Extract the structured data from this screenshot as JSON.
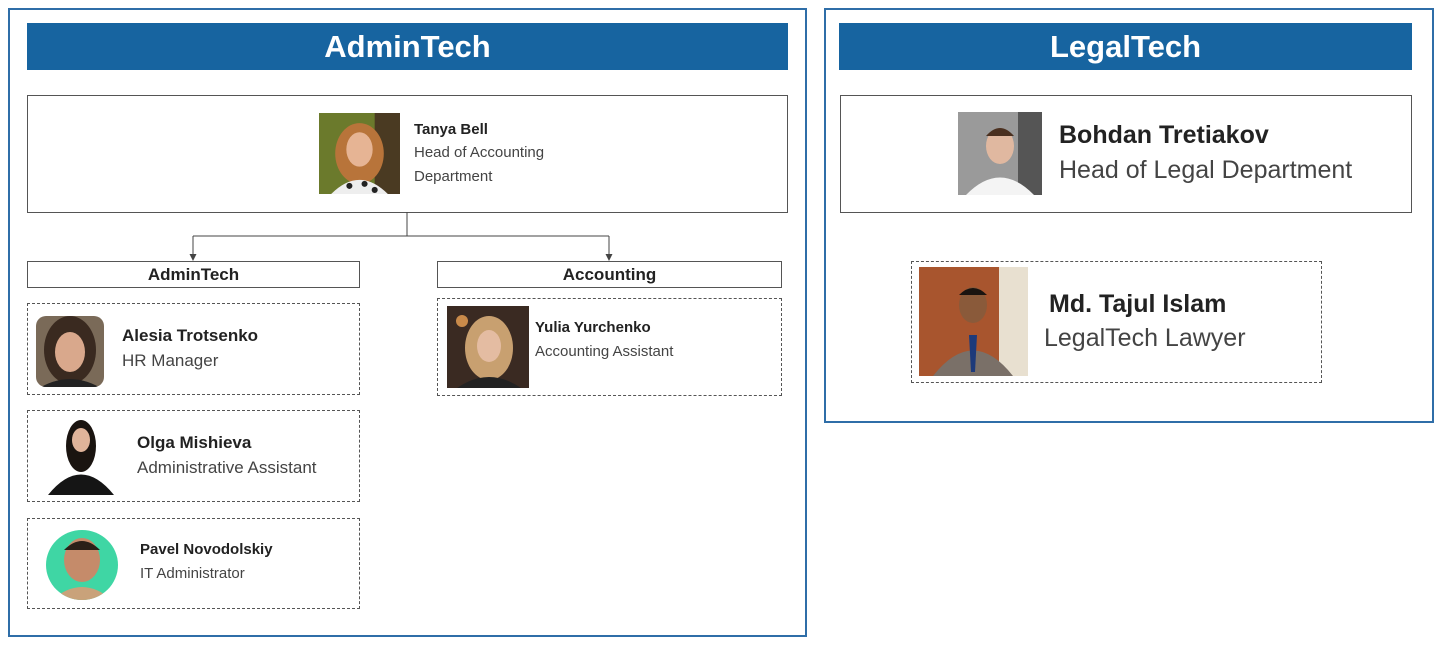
{
  "groups": [
    {
      "title": "AdminTech",
      "head": {
        "name": "Tanya Bell",
        "role_line1": "Head of Accounting",
        "role_line2": "Department"
      },
      "subgroups": [
        {
          "title": "AdminTech",
          "members": [
            {
              "name": "Alesia Trotsenko",
              "role": "HR Manager"
            },
            {
              "name": "Olga Mishieva",
              "role": "Administrative Assistant"
            },
            {
              "name": "Pavel Novodolskiy",
              "role": "IT Administrator"
            }
          ]
        },
        {
          "title": "Accounting",
          "members": [
            {
              "name": "Yulia Yurchenko",
              "role": "Accounting Assistant"
            }
          ]
        }
      ]
    },
    {
      "title": "LegalTech",
      "head": {
        "name": "Bohdan Tretiakov",
        "role": "Head of Legal Department"
      },
      "members": [
        {
          "name": "Md. Tajul Islam",
          "role": "LegalTech Lawyer"
        }
      ]
    }
  ],
  "colors": {
    "header": "#1764a0",
    "border": "#2f6ea8"
  }
}
